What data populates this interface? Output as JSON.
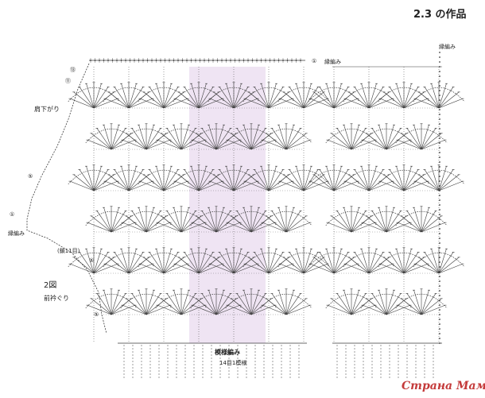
{
  "diagram": {
    "title": "2.3 の作品",
    "shoulder_label": "肩下がり",
    "edge_label": "縁編み",
    "edge_label_top": "縁編み",
    "edge_label_right": "縁編み",
    "row_note": "(鎖11目)",
    "figure_label": "2図",
    "neckline_label": "前衿ぐり",
    "pattern_label": "模様編み",
    "repeat_label": "14目1模様",
    "row_markers": [
      "⑬",
      "⑪",
      "⑤",
      "①",
      "⑤",
      "⑤",
      "①"
    ],
    "watermark": "Страна Мам",
    "colors": {
      "line": "#3a3a3a",
      "highlight": "#efe4f3",
      "text": "#222222"
    }
  }
}
